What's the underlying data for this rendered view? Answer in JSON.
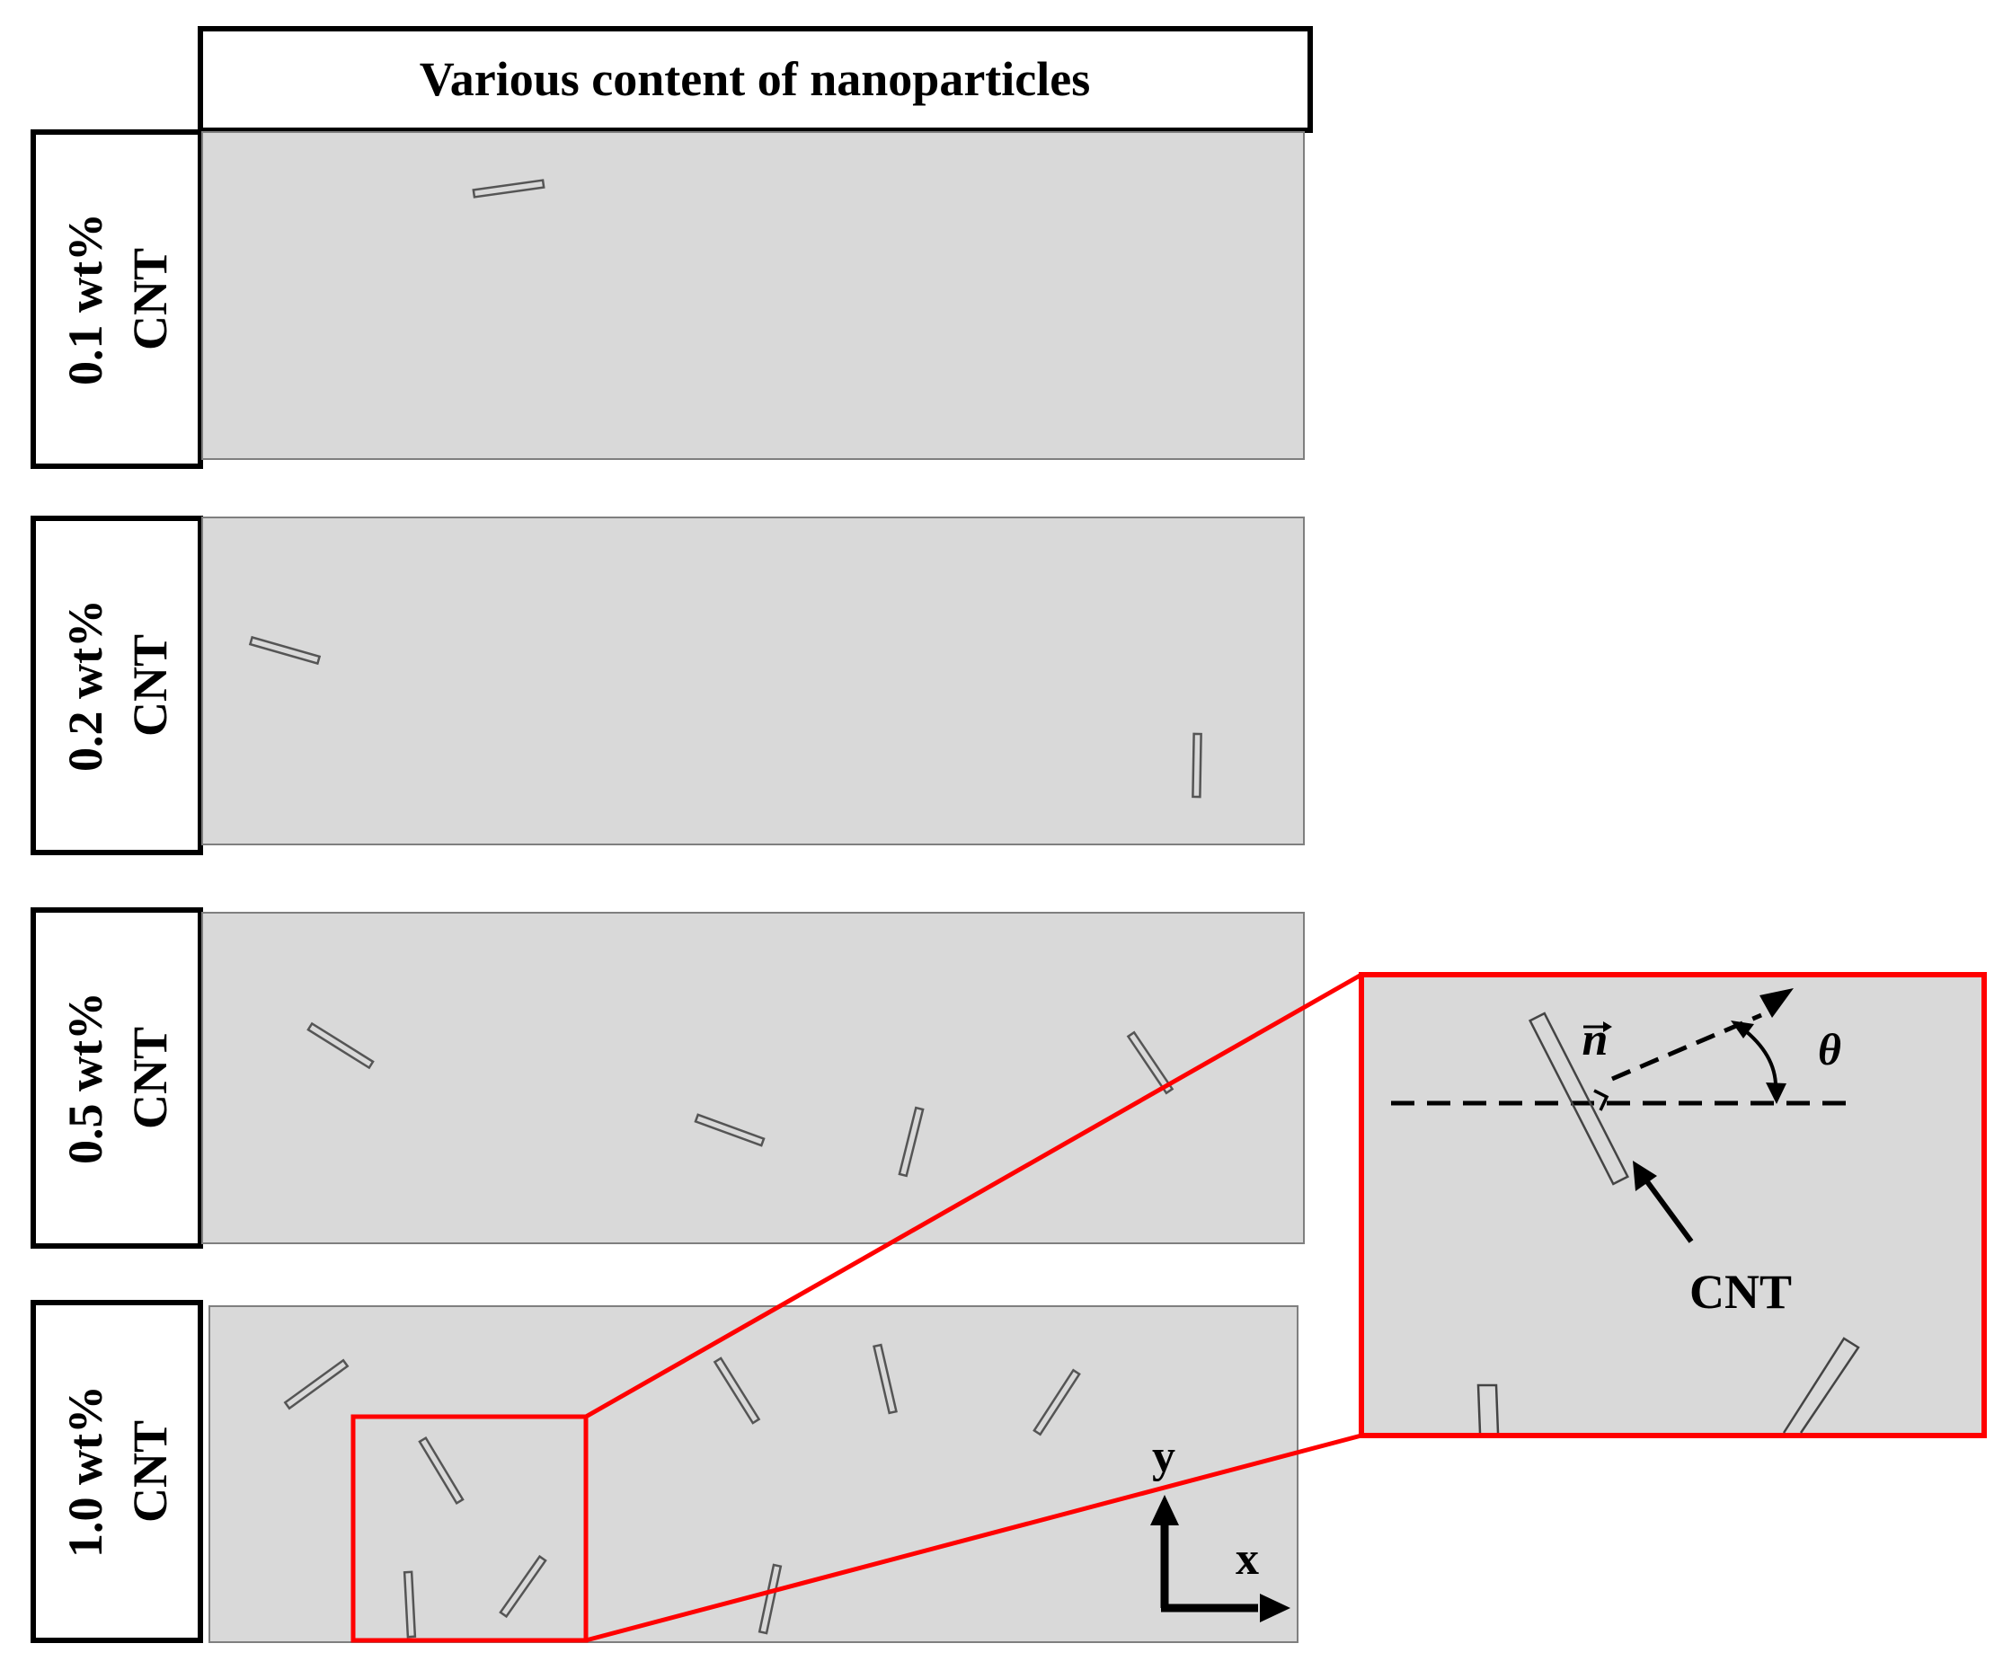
{
  "header": {
    "title": "Various content of nanoparticles"
  },
  "rows": [
    {
      "label_line1": "0.1 wt%",
      "label_line2": "CNT"
    },
    {
      "label_line1": "0.2 wt%",
      "label_line2": "CNT"
    },
    {
      "label_line1": "0.5 wt%",
      "label_line2": "CNT"
    },
    {
      "label_line1": "1.0 wt%",
      "label_line2": "CNT"
    }
  ],
  "axes": {
    "y_label": "y",
    "x_label": "x"
  },
  "zoom_inset": {
    "normal_vector_label": "n",
    "angle_label": "θ",
    "cnt_label": "CNT"
  },
  "colors": {
    "matrix_fill": "#d9d9d9",
    "matrix_stroke": "#7f7f7f",
    "cnt_stroke": "#555555",
    "label_border": "#000000",
    "highlight": "#ff0000"
  }
}
